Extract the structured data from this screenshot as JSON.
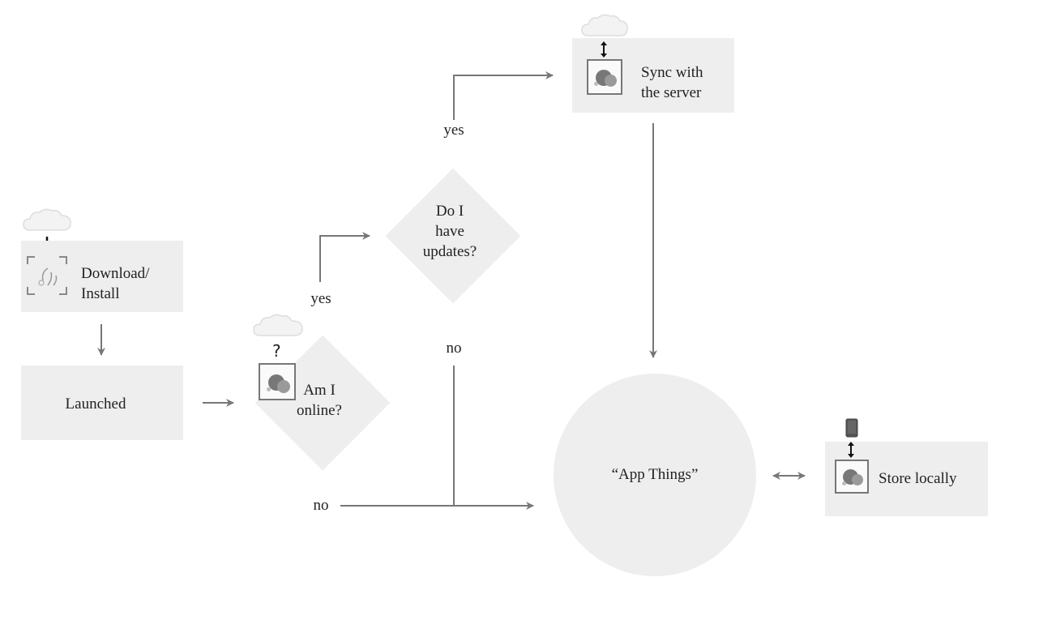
{
  "nodes": {
    "download": "Download/\nInstall",
    "launched": "Launched",
    "online": "Am I\nonline?",
    "updates": "Do I\nhave\nupdates?",
    "sync": "Sync with\nthe server",
    "app_things": "“App Things”",
    "store": "Store locally"
  },
  "edge_labels": {
    "online_yes": "yes",
    "online_no": "no",
    "updates_yes": "yes",
    "updates_no": "no"
  },
  "icons": {
    "question_mark": "?"
  },
  "colors": {
    "shape_fill": "#eeeeee",
    "line": "#777777",
    "text": "#222222"
  }
}
